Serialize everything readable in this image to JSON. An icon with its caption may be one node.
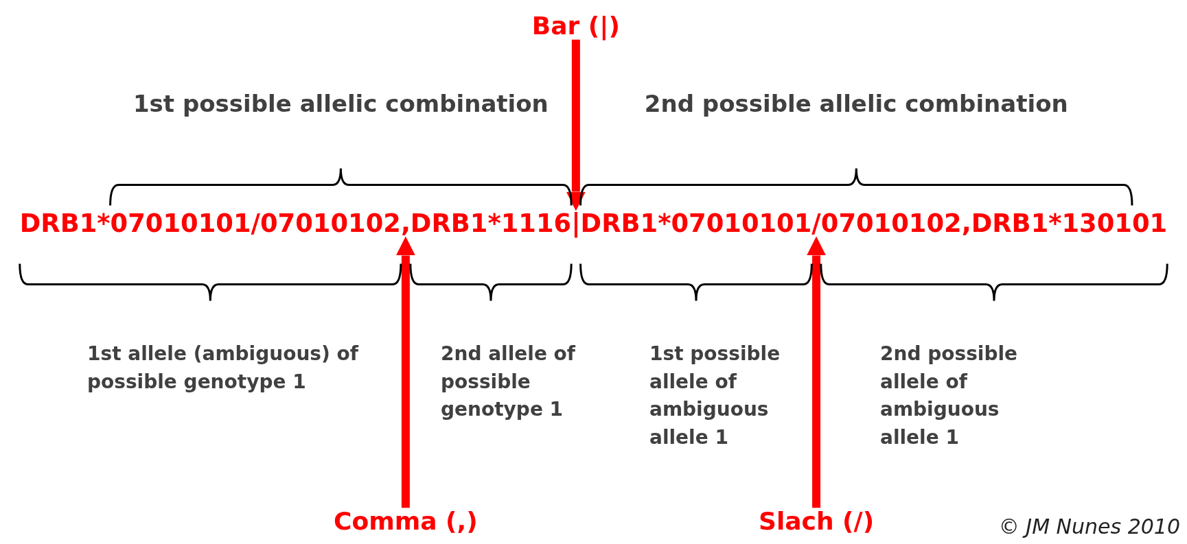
{
  "diagram": {
    "nodes": [
      {
        "text": [
          "Bar (|)"
        ]
      },
      {
        "text": [
          "DRB1*07010101/07010102,DRB1*1116|DRB1*07010101/07010102,DRB1*130101"
        ]
      },
      {
        "text": [
          "Comma (,)"
        ]
      },
      {
        "text": [
          "Slach (/)"
        ]
      }
    ],
    "edges": [
      {
        "from": 0,
        "to": 1,
        "arrow": "to"
      },
      {
        "from": 2,
        "to": 1,
        "arrow": "to"
      },
      {
        "from": 3,
        "to": 1,
        "arrow": "to"
      }
    ],
    "labels": [
      "1st possible allelic combination",
      "2nd possible allelic combination",
      "1st allele (ambiguous) of possible genotype 1",
      "2nd allele of possible genotype 1",
      "1st possible allele of ambiguous allele 1",
      "2nd possible allele of ambiguous allele 1",
      "© JM Nunes 2010"
    ]
  }
}
